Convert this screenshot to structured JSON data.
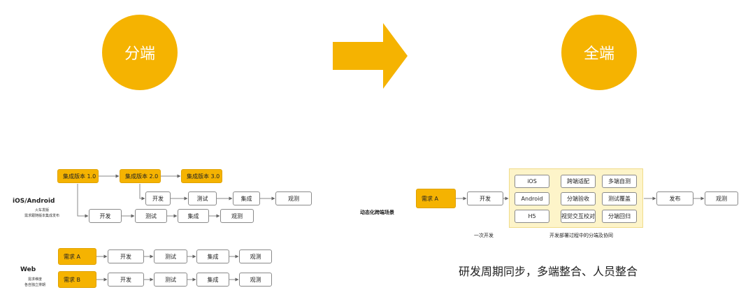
{
  "left_circle": "分端",
  "right_circle": "全端",
  "ios_section": {
    "title": "iOS/Android",
    "caption_line1": "火车发版",
    "caption_line2": "需求跟随版本集成发布",
    "versions": [
      "集成版本 1.0",
      "集成版本 2.0",
      "集成版本 3.0"
    ],
    "row1_steps": [
      "开发",
      "测试",
      "集成",
      "观测"
    ],
    "row2_steps": [
      "开发",
      "测试",
      "集成",
      "观测"
    ]
  },
  "web_section": {
    "title": "Web",
    "caption_line1": "需求维度",
    "caption_line2": "各自独立排期",
    "rows": [
      {
        "req": "需求 A",
        "steps": [
          "开发",
          "测试",
          "集成",
          "观测"
        ]
      },
      {
        "req": "需求 B",
        "steps": [
          "开发",
          "测试",
          "集成",
          "观测"
        ]
      }
    ]
  },
  "right_section": {
    "scene_label": "动态化跨端场景",
    "req": "需求 A",
    "dev": "开发",
    "platforms": [
      "iOS",
      "Android",
      "H5"
    ],
    "tasks_col1": [
      "跨端适配",
      "分端验收",
      "视觉交互校对"
    ],
    "tasks_col2": [
      "多端自测",
      "测试覆盖",
      "分端回归"
    ],
    "release": "发布",
    "observe": "观测",
    "caption_one_dev": "一次开发",
    "caption_panel": "开发部署过程中的分端及协同"
  },
  "headline": "研发周期同步，多端整合、人员整合",
  "colors": {
    "accent": "#f5b301",
    "panel": "#fdf4c9",
    "line": "#8a8a8a"
  }
}
